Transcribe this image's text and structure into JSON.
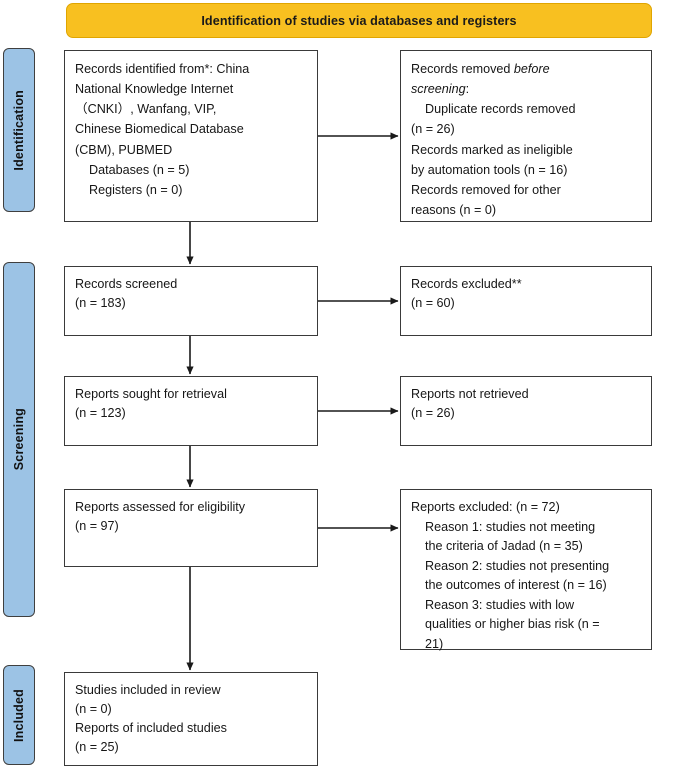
{
  "banner": {
    "title": "Identification of studies via databases and registers",
    "color": "#f8c020"
  },
  "stages": {
    "color": "#9cc3e5",
    "identification": "Identification",
    "screening": "Screening",
    "included": "Included"
  },
  "boxes": {
    "identified": {
      "line1": "Records identified from*: China",
      "line2": "National Knowledge Internet",
      "line3": "（CNKI）, Wanfang, VIP,",
      "line4": "Chinese Biomedical Database",
      "line5": "(CBM), PUBMED",
      "line6": "    Databases (n = 5)",
      "line7": "    Registers (n = 0)",
      "text": "Records identified from*: China\nNational Knowledge Internet\n（CNKI）, Wanfang, VIP,\nChinese Biomedical Database\n(CBM), PUBMED\n    Databases (n = 5)\n    Registers (n = 0)"
    },
    "removed": {
      "head_plain": "Records removed ",
      "head_italic1": "before",
      "head_italic2": "screening",
      "head_colon": ":",
      "body": "    Duplicate records removed\n(n = 26)\nRecords marked as ineligible\nby automation tools (n = 16)\nRecords removed for other\nreasons (n = 0)"
    },
    "screened": {
      "text": "Records screened\n(n = 183)"
    },
    "excluded_screen": {
      "text": "Records excluded**\n(n = 60)"
    },
    "sought": {
      "text": "Reports sought for retrieval\n(n = 123)"
    },
    "not_retrieved": {
      "text": "Reports not retrieved\n(n = 26)"
    },
    "assessed": {
      "text": "Reports assessed for eligibility\n(n = 97)"
    },
    "excluded_reports": {
      "text": "Reports excluded: (n = 72)\n    Reason 1: studies not meeting\n    the criteria of Jadad (n = 35)\n    Reason 2: studies not presenting\n    the outcomes of interest (n = 16)\n    Reason 3: studies with low\n    qualities or higher bias risk (n =\n    21)"
    },
    "included": {
      "text": "Studies included in review\n(n = 0)\nReports of included studies\n(n = 25)"
    }
  },
  "counts": {
    "databases": 5,
    "registers": 0,
    "duplicates_removed": 26,
    "ineligible_automation": 16,
    "removed_other": 0,
    "records_screened": 183,
    "records_excluded": 60,
    "reports_sought": 123,
    "reports_not_retrieved": 26,
    "reports_assessed": 97,
    "reports_excluded_total": 72,
    "reason1": 35,
    "reason2": 16,
    "reason3": 21,
    "studies_included": 0,
    "reports_included": 25
  }
}
